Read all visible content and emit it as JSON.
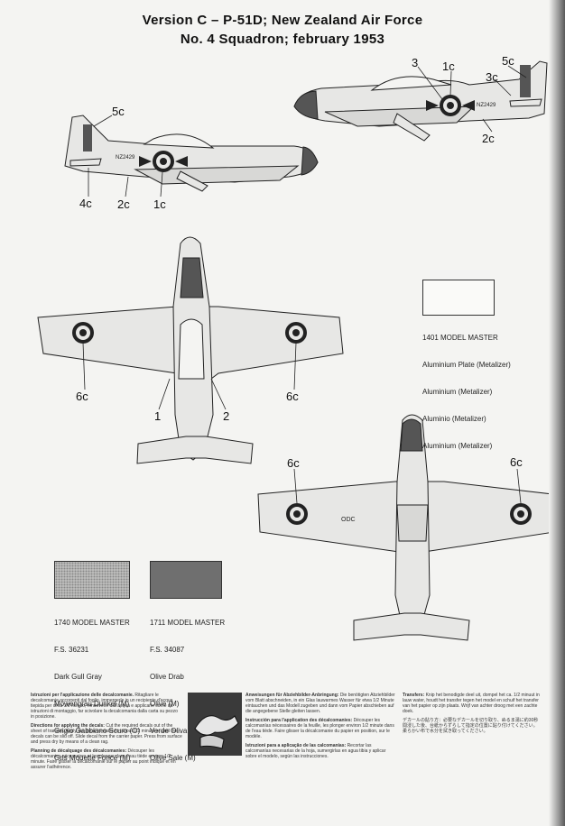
{
  "header": {
    "line1": "Version C – P-51D; New Zealand Air Force",
    "line2": "No. 4 Squadron; february 1953"
  },
  "callouts": {
    "right_side": [
      "3",
      "1c",
      "5c",
      "3c",
      "2c"
    ],
    "left_side": [
      "5c",
      "4c",
      "2c",
      "1c"
    ],
    "top_view": [
      "6c",
      "6c",
      "1",
      "2"
    ],
    "bottom_view": [
      "6c",
      "6c"
    ]
  },
  "serials": {
    "left_fuselage": "NZ2429",
    "right_fuselage": "NZ2429",
    "underwing": "ODC"
  },
  "paints": [
    {
      "color": "#b8b8b8",
      "lines": [
        "1401 MODEL MASTER",
        "Aluminium Plate (Metalizer)",
        "Aluminium (Metalizer)",
        "Aluminio (Metalizer)",
        "Aluminium (Metalizer)"
      ]
    },
    {
      "color": "#a9a9a9",
      "lines": [
        "1740 MODEL MASTER",
        "F.S. 36231",
        "Dark Gull Gray",
        "Möwengrau Dunkel (M)",
        "Grigio Gabbiano Scuro (O)",
        "Gris Mouette Foncé (M)"
      ]
    },
    {
      "color": "#6f6f6f",
      "lines": [
        "1711 MODEL MASTER",
        "F.S. 34087",
        "Olive Drab",
        "Olive (M)",
        "Verde Oliva (O)",
        "Olive Sale (M)"
      ]
    }
  ],
  "instructions": {
    "col1": [
      {
        "head": "Istruzioni per l'applicazione delle decalcomanie.",
        "body": "Ritagliare le decalcomanie occorrenti dal foglio, immergerle in un recipiente d'acqua tiepida per circa 1/2 minuto, rimuoverle dall'acqua e applicarle come da istruzioni di montaggio, far scivolare la decalcomania dalla carta su pezzo in posizione."
      },
      {
        "head": "Directions for applying the decals:",
        "body": "Cut the required decals out of the sheet of transfer. Apply the decal to water for about 1/2 minute or until the decals can be slid off. Slide decal from the carrier paper. Press from surface and press dry by means of a clean rag."
      },
      {
        "head": "Planning de décalquage des décalcomanies:",
        "body": "Découper les décalcomanies nécessaires et les plonger dans l'eau tiède environ 1/2 minute. Faire glisser la décalcomanie sur le papier au point indiqué et en assurer l'adhérence."
      }
    ],
    "col2": [
      {
        "head": "Anweisungen für Abziehbilder-Anbringung:",
        "body": "Die benötigten Abziehbilder vom Blatt abschneiden, in ein Glas lauwarmes Wasser für etwa 1/2 Minute eintauchen und das Modell zugeben und dann vom Papier abschieben auf die angegebene Stelle gleiten lassen."
      },
      {
        "head": "Instrucción para l'application des décalcomanies:",
        "body": "Découper les calcomanías nécessaires de la feuille, les plonger environ 1/2 minute dans de l'eau tiède. Faire glisser la décalcomanie du papier en position, sur le modèle."
      },
      {
        "head": "Istruzioni para a aplicação de las calcomanías:",
        "body": "Recortar las calcomanías necesarias de la hoja, sumergirlas en agua tibia y aplicar sobre el modelo, según las instrucciones."
      }
    ],
    "col3": [
      {
        "head": "Transfers:",
        "body": "Knip het benodigde deel uit, dompel het ca. 1/2 minuut in lauw water, houdt het transfer tegen het model en schuif het transfer van het papier op zijn plaats. Wrijf van achter droog met een zachte doek."
      },
      {
        "head": "",
        "body": "デカールの貼り方：必要なデカールを切り取り、ぬるま湯に約30秒間浸した後、台紙からずらして指定の位置に貼り付けてください。柔らかい布で水分を拭き取ってください。"
      }
    ]
  }
}
